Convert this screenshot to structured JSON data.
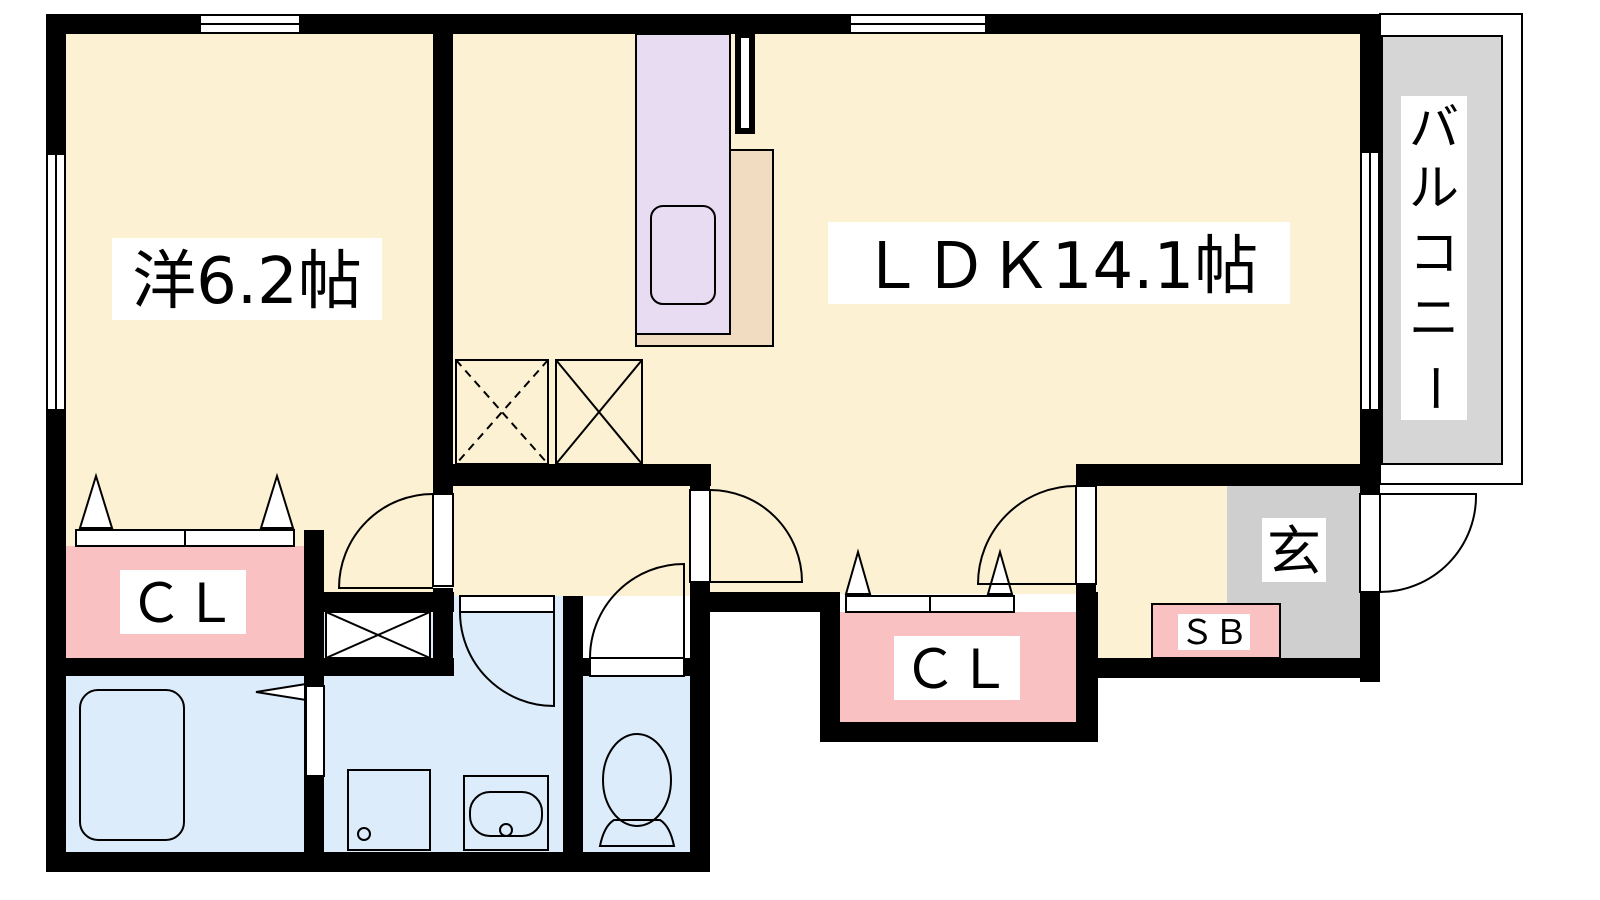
{
  "rooms": {
    "western": {
      "label": "洋6.2帖"
    },
    "ldk": {
      "label": "ＬＤＫ14.1帖"
    },
    "closet_west": {
      "label": "ＣＬ"
    },
    "closet_ldk": {
      "label": "ＣＬ"
    },
    "entrance": {
      "label": "玄"
    },
    "shoe_box": {
      "label": "ＳＢ"
    },
    "balcony": {
      "label": "バルコニー",
      "chars": [
        "バ",
        "ル",
        "コ",
        "ニ",
        "ー"
      ]
    }
  },
  "colors": {
    "room_floor": "#fcf1d2",
    "closet": "#f9c1c1",
    "wet_area": "#dcecfb",
    "kitchen": "#e8dcf3",
    "counter": "#f1dcc2",
    "entrance_floor": "#cfcfcf",
    "balcony_floor": "#d6d6d6",
    "wall": "#000000"
  }
}
